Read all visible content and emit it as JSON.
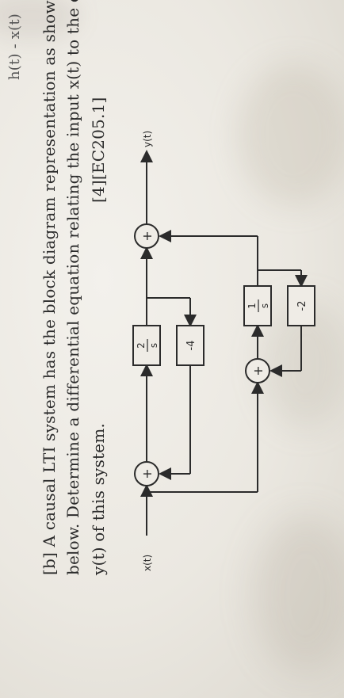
{
  "question": {
    "line1": "[b] A causal LTI system has the block diagram representation as shown",
    "line2": "below. Determine a differential equation relating the input x(t) to the output",
    "line3": "y(t) of this system.",
    "marks_ref": "[4][EC205.1]"
  },
  "top_fragment": "h(t) - x(t)",
  "diagram": {
    "input_label": "x(t)",
    "output_label": "y(t)",
    "sum_symbol": "+",
    "gain_top_num": "2",
    "gain_top_den": "s",
    "gain_top_fb": "-4",
    "gain_bot_num": "1",
    "gain_bot_den": "s",
    "gain_bot_fb": "-2"
  },
  "colors": {
    "paper": "#ebe8e1",
    "ink": "#2b2b2b"
  }
}
